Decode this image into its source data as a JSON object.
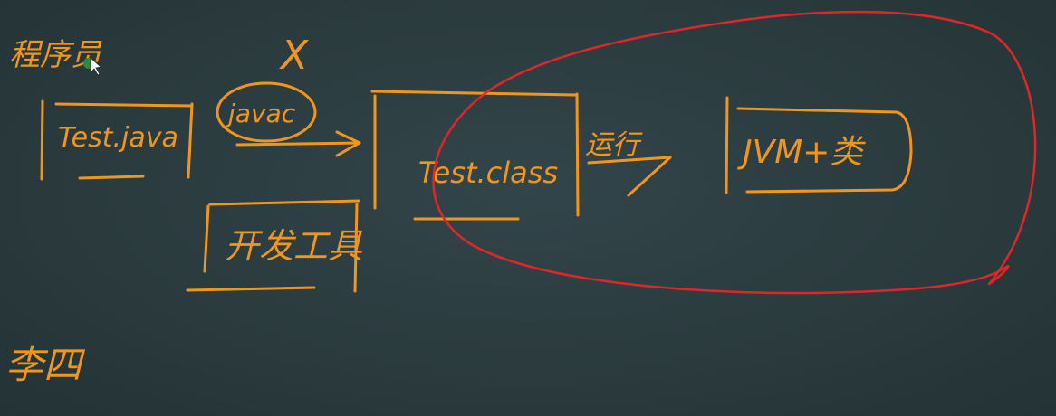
{
  "labels": {
    "programmer": "程序员",
    "x_mark": "X",
    "source_file": "Test.java",
    "compiler": "javac",
    "dev_tools": "开发工具",
    "class_file": "Test.class",
    "run": "运行",
    "jvm": "JVM+类",
    "li_si": "李四"
  },
  "colors": {
    "board": "#2b3b3d",
    "chalk": "#f0961e",
    "red": "#e0262a"
  }
}
